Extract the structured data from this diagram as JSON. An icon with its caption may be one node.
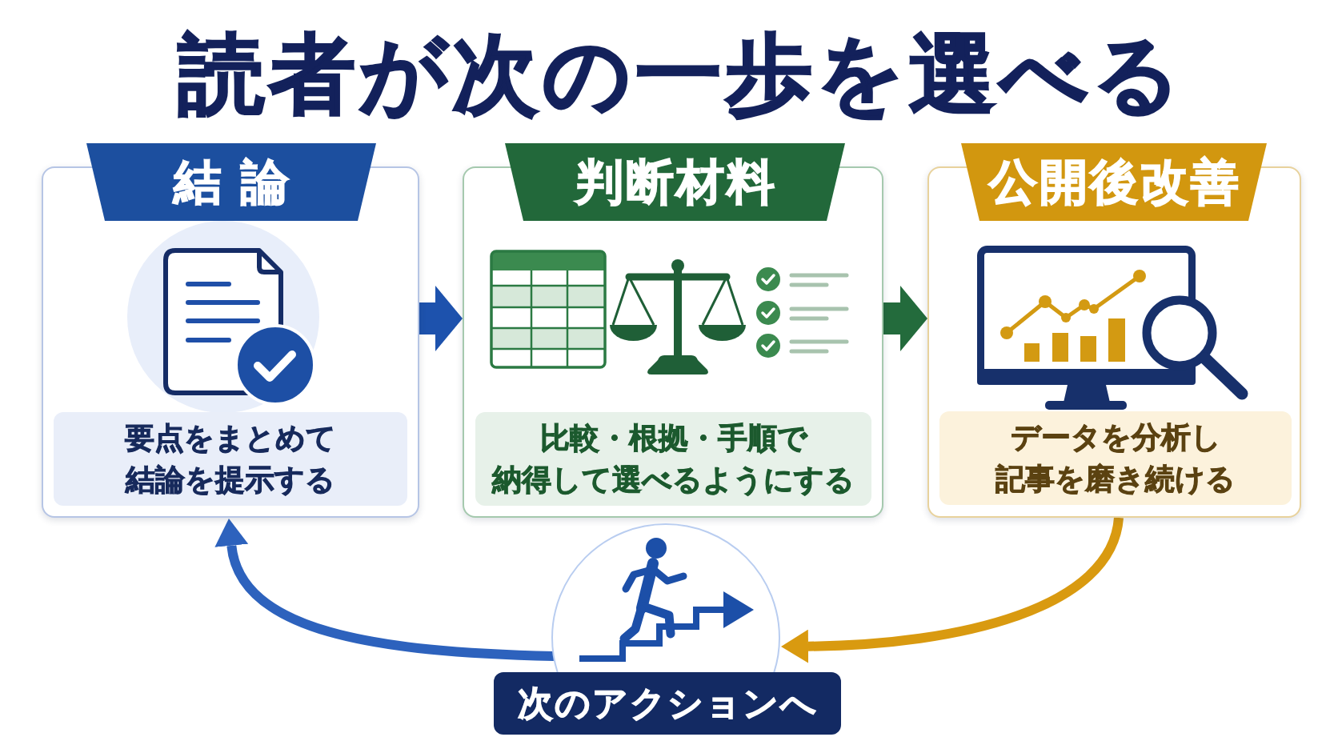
{
  "diagram": {
    "title": "読者が次の一歩を選べる",
    "nodes": [
      {
        "text": [
          "結論",
          "要点をまとめて結論を提示する"
        ]
      },
      {
        "text": [
          "判断材料",
          "比較・根拠・手順で納得して選べるようにする"
        ]
      },
      {
        "text": [
          "公開後改善",
          "データを分析し記事を磨き続ける"
        ]
      },
      {
        "text": [],
        "shape": "circle"
      },
      {
        "text": [
          "次のアクションへ"
        ]
      }
    ],
    "edges": [
      {
        "from": 0,
        "to": 1,
        "arrow": "to",
        "style": "thick",
        "color": "#1d52ad"
      },
      {
        "from": 1,
        "to": 2,
        "arrow": "to",
        "style": "thick",
        "color": "#236b3c"
      },
      {
        "from": 2,
        "to": 3,
        "arrow": "to",
        "color": "#d99a10"
      },
      {
        "from": 3,
        "to": 0,
        "arrow": "to",
        "color": "#2d62bd"
      }
    ]
  }
}
